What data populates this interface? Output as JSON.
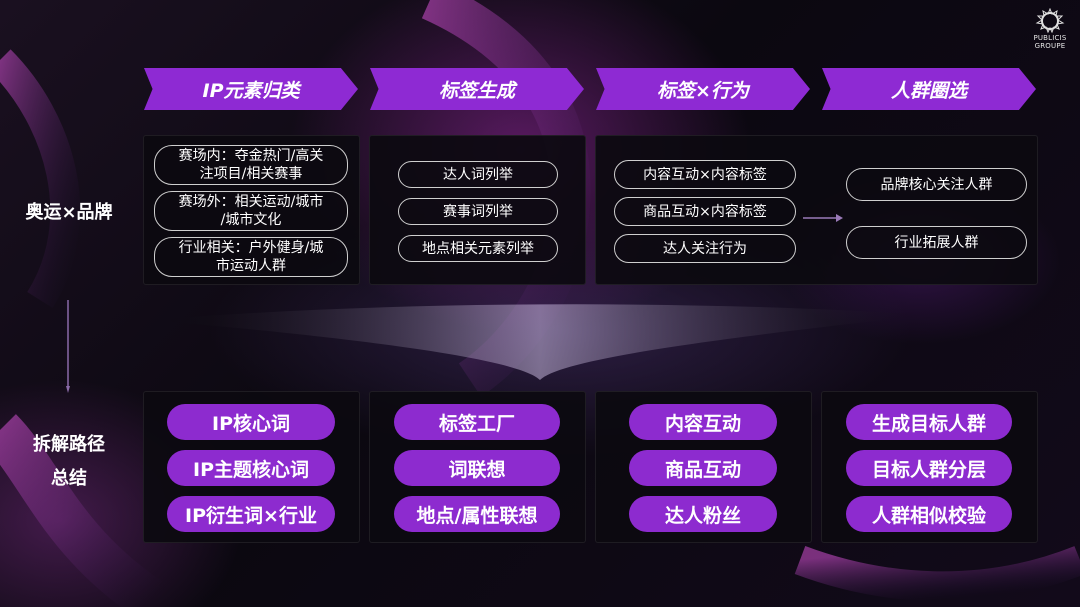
{
  "logo": {
    "line1": "PUBLICIS",
    "line2": "GROUPE"
  },
  "headers": [
    "IP元素归类",
    "标签生成",
    "标签×行为",
    "人群圈选"
  ],
  "row_labels": {
    "top": "奥运×品牌",
    "bottom_line1": "拆解路径",
    "bottom_line2": "总结"
  },
  "ip_elements": [
    {
      "line1": "赛场内：夺金热门/高关",
      "line2": "注项目/相关赛事"
    },
    {
      "line1": "赛场外：相关运动/城市",
      "line2": "/城市文化"
    },
    {
      "line1": "行业相关：户外健身/城",
      "line2": "市运动人群"
    }
  ],
  "tag_generation": [
    "达人词列举",
    "赛事词列举",
    "地点相关元素列举"
  ],
  "tag_behavior": [
    "内容互动×内容标签",
    "商品互动×内容标签",
    "达人关注行为"
  ],
  "crowd_selection": [
    "品牌核心关注人群",
    "行业拓展人群"
  ],
  "summary": {
    "col1": [
      "IP核心词",
      "IP主题核心词",
      "IP衍生词×行业"
    ],
    "col2": [
      "标签工厂",
      "词联想",
      "地点/属性联想"
    ],
    "col3": [
      "内容互动",
      "商品互动",
      "达人粉丝"
    ],
    "col4": [
      "生成目标人群",
      "目标人群分层",
      "人群相似校验"
    ]
  },
  "colors": {
    "accent_purple": "#8e2ad3",
    "panel_bg": "#0c0a10"
  }
}
